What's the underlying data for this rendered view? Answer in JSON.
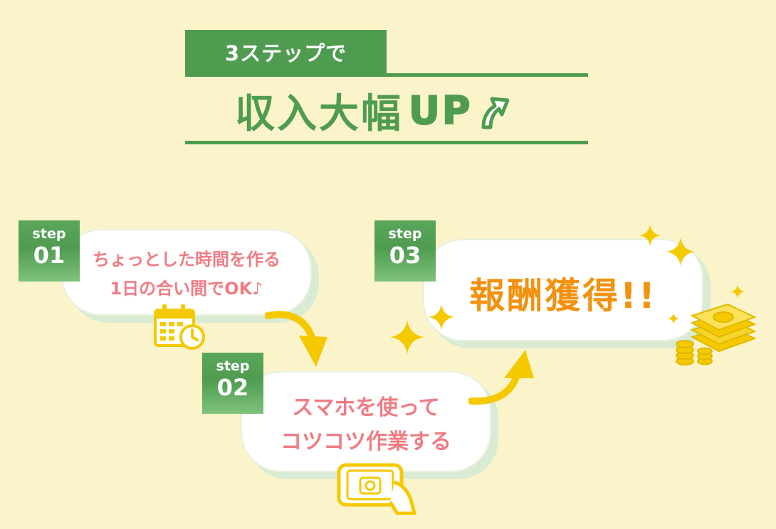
{
  "header": {
    "tab_label": "3ステップで",
    "headline": "収入大幅",
    "headline_up": "UP"
  },
  "steps": [
    {
      "badge_word": "step",
      "badge_number": "01",
      "line1": "ちょっとした時間を作る",
      "line2": "1日の合い間でOK♪",
      "icon": "calendar-clock-icon"
    },
    {
      "badge_word": "step",
      "badge_number": "02",
      "line1": "スマホを使って",
      "line2": "コツコツ作業する",
      "icon": "smartphone-camera-icon"
    },
    {
      "badge_word": "step",
      "badge_number": "03",
      "line1": "報酬獲得!!",
      "icon": "money-stack-icon"
    }
  ],
  "colors": {
    "background": "#fbf4cb",
    "green": "#4f9c50",
    "pink_text": "#f07c83",
    "orange_text": "#f3920f",
    "yellow": "#f5c900"
  }
}
